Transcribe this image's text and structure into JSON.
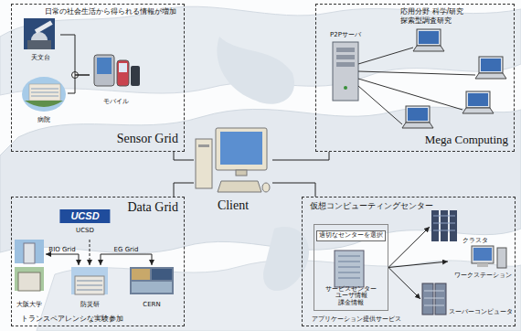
{
  "diagram": {
    "nodes": [
      {
        "text": [
          "日常の社会生活から得られる情報が増加",
          "Sensor Grid"
        ]
      },
      {
        "text": [
          "天文台"
        ],
        "in": 0
      },
      {
        "text": [
          "病院"
        ],
        "in": 0
      },
      {
        "text": [
          "モバイル"
        ],
        "in": 0
      },
      {
        "text": [
          "応用分野 科学/研究 探索型調査研究",
          "Mega Computing"
        ]
      },
      {
        "text": [
          "P2Pサーバ"
        ],
        "in": 4
      },
      {
        "text": [
          "Client"
        ]
      },
      {
        "text": [
          "Data Grid",
          "トランスペアレンシな実験参加"
        ]
      },
      {
        "text": [
          "UCSD",
          "UCSD"
        ],
        "in": 7
      },
      {
        "text": [
          "大阪大学"
        ],
        "in": 7
      },
      {
        "text": [
          "防災研"
        ],
        "in": 7
      },
      {
        "text": [
          "CERN"
        ],
        "in": 7
      },
      {
        "text": [
          "仮想コンピューティングセンター",
          "アプリケーション提供サービス"
        ]
      },
      {
        "text": [
          "適切なセンターを選択",
          "サービスセンター ユーザ情報 課金情報"
        ],
        "in": 12
      },
      {
        "text": [
          "クラスタ"
        ],
        "in": 12
      },
      {
        "text": [
          "ワークステーション"
        ],
        "in": 12
      },
      {
        "text": [
          "スーパーコンピュータ"
        ],
        "in": 12
      }
    ],
    "edges": [
      {
        "from": 6,
        "to": 0,
        "arrow": "none"
      },
      {
        "from": 6,
        "to": 4,
        "arrow": "none"
      },
      {
        "from": 6,
        "to": 7,
        "arrow": "none"
      },
      {
        "from": 6,
        "to": 12,
        "arrow": "none"
      },
      {
        "from": 1,
        "to": 3,
        "arrow": "none"
      },
      {
        "from": 2,
        "to": 3,
        "arrow": "none"
      },
      {
        "from": 8,
        "to": 10,
        "arrow": "to"
      },
      {
        "from": 9,
        "to": 10,
        "label": "BIO Grid",
        "arrow": "both"
      },
      {
        "from": 10,
        "to": 11,
        "label": "EG Grid",
        "arrow": "both"
      },
      {
        "from": 13,
        "to": 14,
        "arrow": "to"
      },
      {
        "from": 13,
        "to": 15,
        "arrow": "to"
      },
      {
        "from": 13,
        "to": 16,
        "arrow": "to"
      }
    ]
  }
}
